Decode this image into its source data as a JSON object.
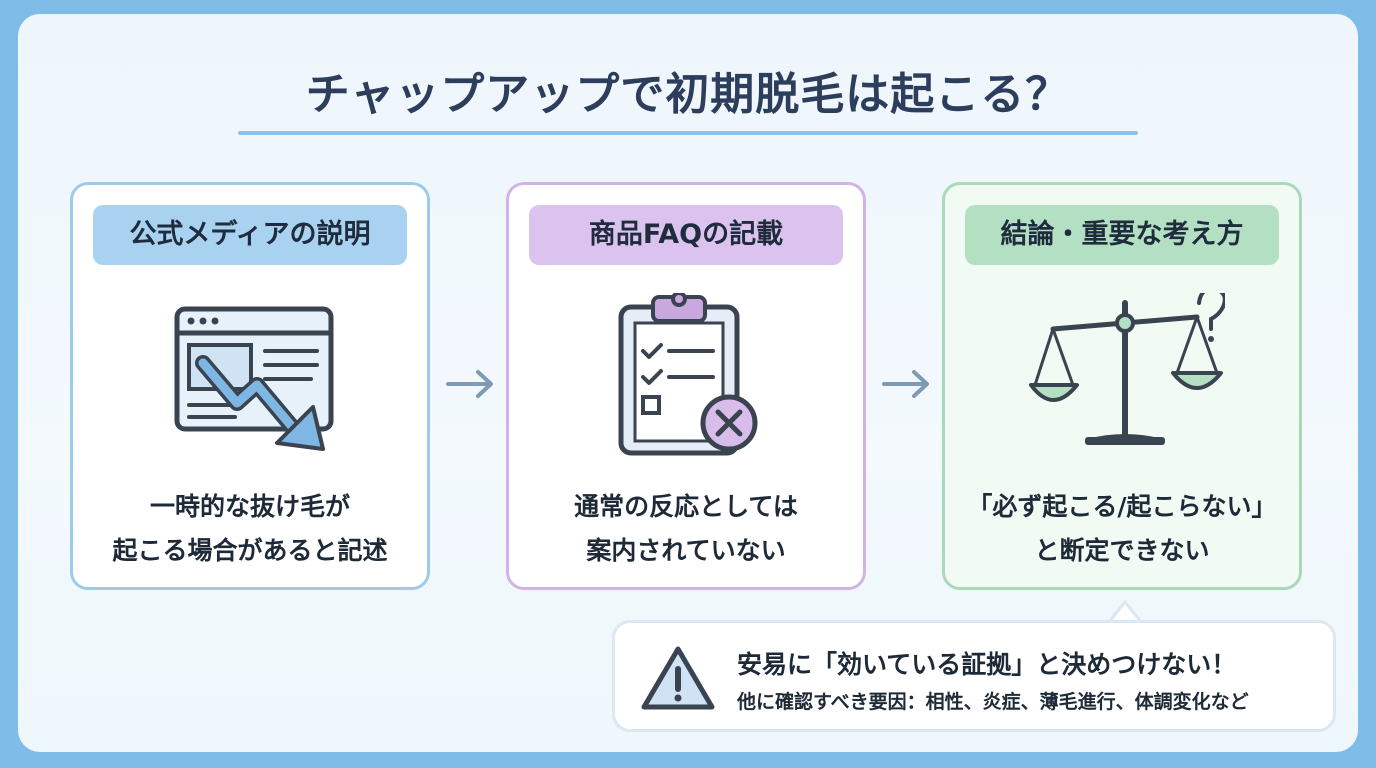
{
  "title": "チャップアップで初期脱毛は起こる？",
  "cards": [
    {
      "label": "公式メディアの説明",
      "icon": "web-page-down-trend-icon",
      "text_lines": [
        "一時的な抜け毛が",
        "起こる場合があると記述"
      ],
      "accent": "#9ecbea"
    },
    {
      "label": "商品FAQの記載",
      "icon": "clipboard-x-icon",
      "text_lines": [
        "通常の反応としては",
        "案内されていない"
      ],
      "accent": "#d2b3e6"
    },
    {
      "label": "結論・重要な考え方",
      "icon": "scale-question-icon",
      "text_lines": [
        "「必ず起こる/起こらない」",
        "と断定できない"
      ],
      "accent": "#a9d9b8"
    }
  ],
  "arrows": [
    "right-arrow-icon",
    "right-arrow-icon"
  ],
  "callout": {
    "icon": "warning-icon",
    "line1": "安易に「効いている証拠」と決めつけない！",
    "line2": "他に確認すべき要因：相性、炎症、薄毛進行、体調変化など"
  }
}
